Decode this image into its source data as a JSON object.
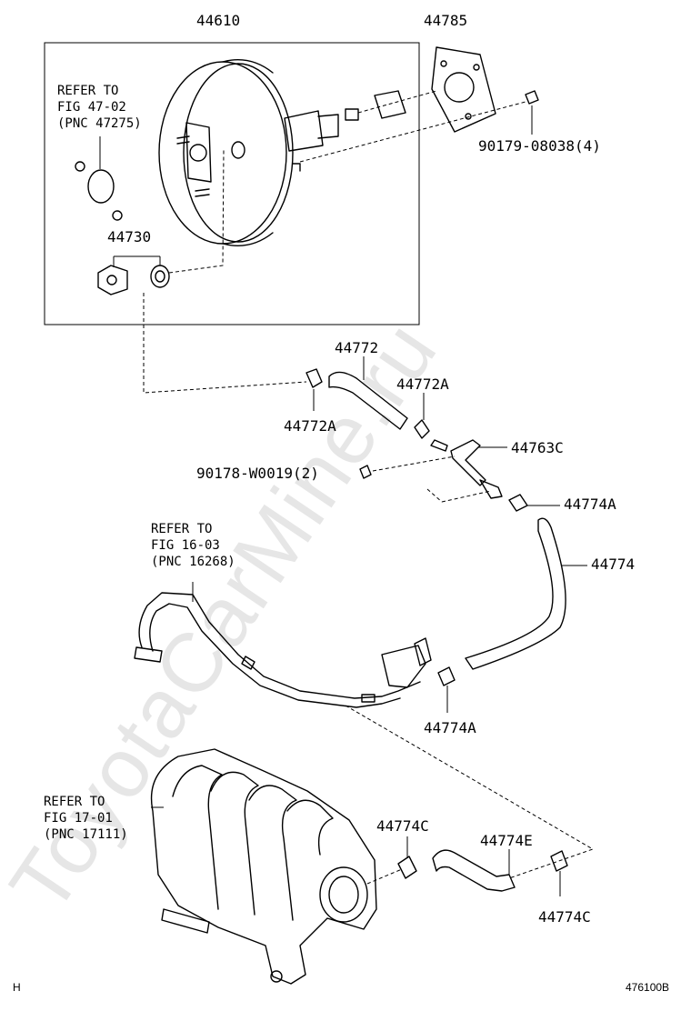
{
  "watermark": "ToyotaCarMine.ru",
  "labels": {
    "p44610": "44610",
    "p44785": "44785",
    "ref_47_l1": "REFER TO",
    "ref_47_l2": "FIG 47-02",
    "ref_47_l3": "(PNC 47275)",
    "p90179": "90179-08038(4)",
    "p44730": "44730",
    "p44772": "44772",
    "p44772A_r": "44772A",
    "p44772A_l": "44772A",
    "p44763C": "44763C",
    "p90178": "90178-W0019(2)",
    "p44774A_top": "44774A",
    "ref_16_l1": "REFER TO",
    "ref_16_l2": "FIG 16-03",
    "ref_16_l3": "(PNC 16268)",
    "p44774": "44774",
    "p44774A_bot": "44774A",
    "ref_17_l1": "REFER TO",
    "ref_17_l2": "FIG 17-01",
    "ref_17_l3": "(PNC 17111)",
    "p44774C_l": "44774C",
    "p44774E": "44774E",
    "p44774C_r": "44774C"
  },
  "footer": {
    "left": "H",
    "right": "476100B"
  }
}
